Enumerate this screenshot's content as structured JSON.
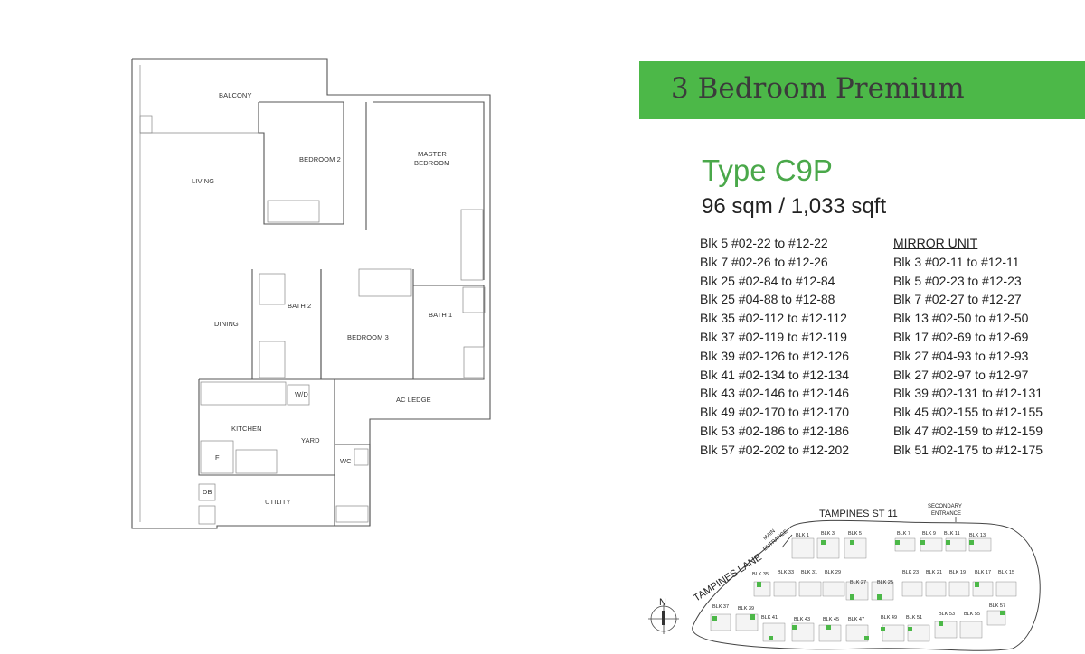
{
  "header": {
    "title": "3 Bedroom Premium"
  },
  "unit": {
    "type": "Type C9P",
    "size": "96 sqm / 1,033 sqft"
  },
  "rooms": {
    "balcony": "BALCONY",
    "living": "LIVING",
    "bedroom2": "BEDROOM 2",
    "master": "MASTER BEDROOM",
    "dining": "DINING",
    "bath2": "BATH 2",
    "bedroom3": "BEDROOM 3",
    "bath1": "BATH 1",
    "ac_ledge": "AC LEDGE",
    "wd": "W/D",
    "kitchen": "KITCHEN",
    "yard": "YARD",
    "wc": "WC",
    "f": "F",
    "db": "DB",
    "utility": "UTILITY"
  },
  "units_left": [
    "Blk 5   #02-22  to #12-22",
    "Blk 7   #02-26  to #12-26",
    "Blk 25  #02-84  to #12-84",
    "Blk 25  #04-88  to #12-88",
    "Blk 35  #02-112 to #12-112",
    "Blk 37  #02-119 to #12-119",
    "Blk 39  #02-126 to #12-126",
    "Blk 41  #02-134 to #12-134",
    "Blk 43  #02-146 to #12-146",
    "Blk 49  #02-170 to #12-170",
    "Blk 53  #02-186 to #12-186",
    "Blk 57  #02-202 to #12-202"
  ],
  "mirror": {
    "heading": "MIRROR UNIT",
    "units": [
      "Blk 3   #02-11  to #12-11",
      "Blk 5   #02-23  to #12-23",
      "Blk 7   #02-27  to #12-27",
      "Blk 13  #02-50  to #12-50",
      "Blk 17  #02-69  to #12-69",
      "Blk 27  #04-93  to #12-93",
      "Blk 27  #02-97  to #12-97",
      "Blk 39  #02-131 to #12-131",
      "Blk 45  #02-155 to #12-155",
      "Blk 47  #02-159 to #12-159",
      "Blk 51  #02-175 to #12-175"
    ]
  },
  "sitemap": {
    "north": "N",
    "road_top": "TAMPINES ST 11",
    "road_left": "TAMPINES LANE",
    "secondary_1": "SECONDARY",
    "secondary_2": "ENTRANCE",
    "main_1": "MAIN",
    "main_2": "ENTRANCE",
    "blocks_top": [
      "BLK 1",
      "BLK 3",
      "BLK 5",
      "BLK 7",
      "BLK 9",
      "BLK 11",
      "BLK 13"
    ],
    "blocks_mid": [
      "BLK 35",
      "BLK 33",
      "BLK 31",
      "BLK 29",
      "BLK 27",
      "BLK 25",
      "BLK 23",
      "BLK 21",
      "BLK 19",
      "BLK 17",
      "BLK 15"
    ],
    "blocks_bot": [
      "BLK 37",
      "BLK 39",
      "BLK 41",
      "BLK 43",
      "BLK 45",
      "BLK 47",
      "BLK 49",
      "BLK 51",
      "BLK 53",
      "BLK 55",
      "BLK 57"
    ],
    "highlight_color": "#4cb848"
  }
}
